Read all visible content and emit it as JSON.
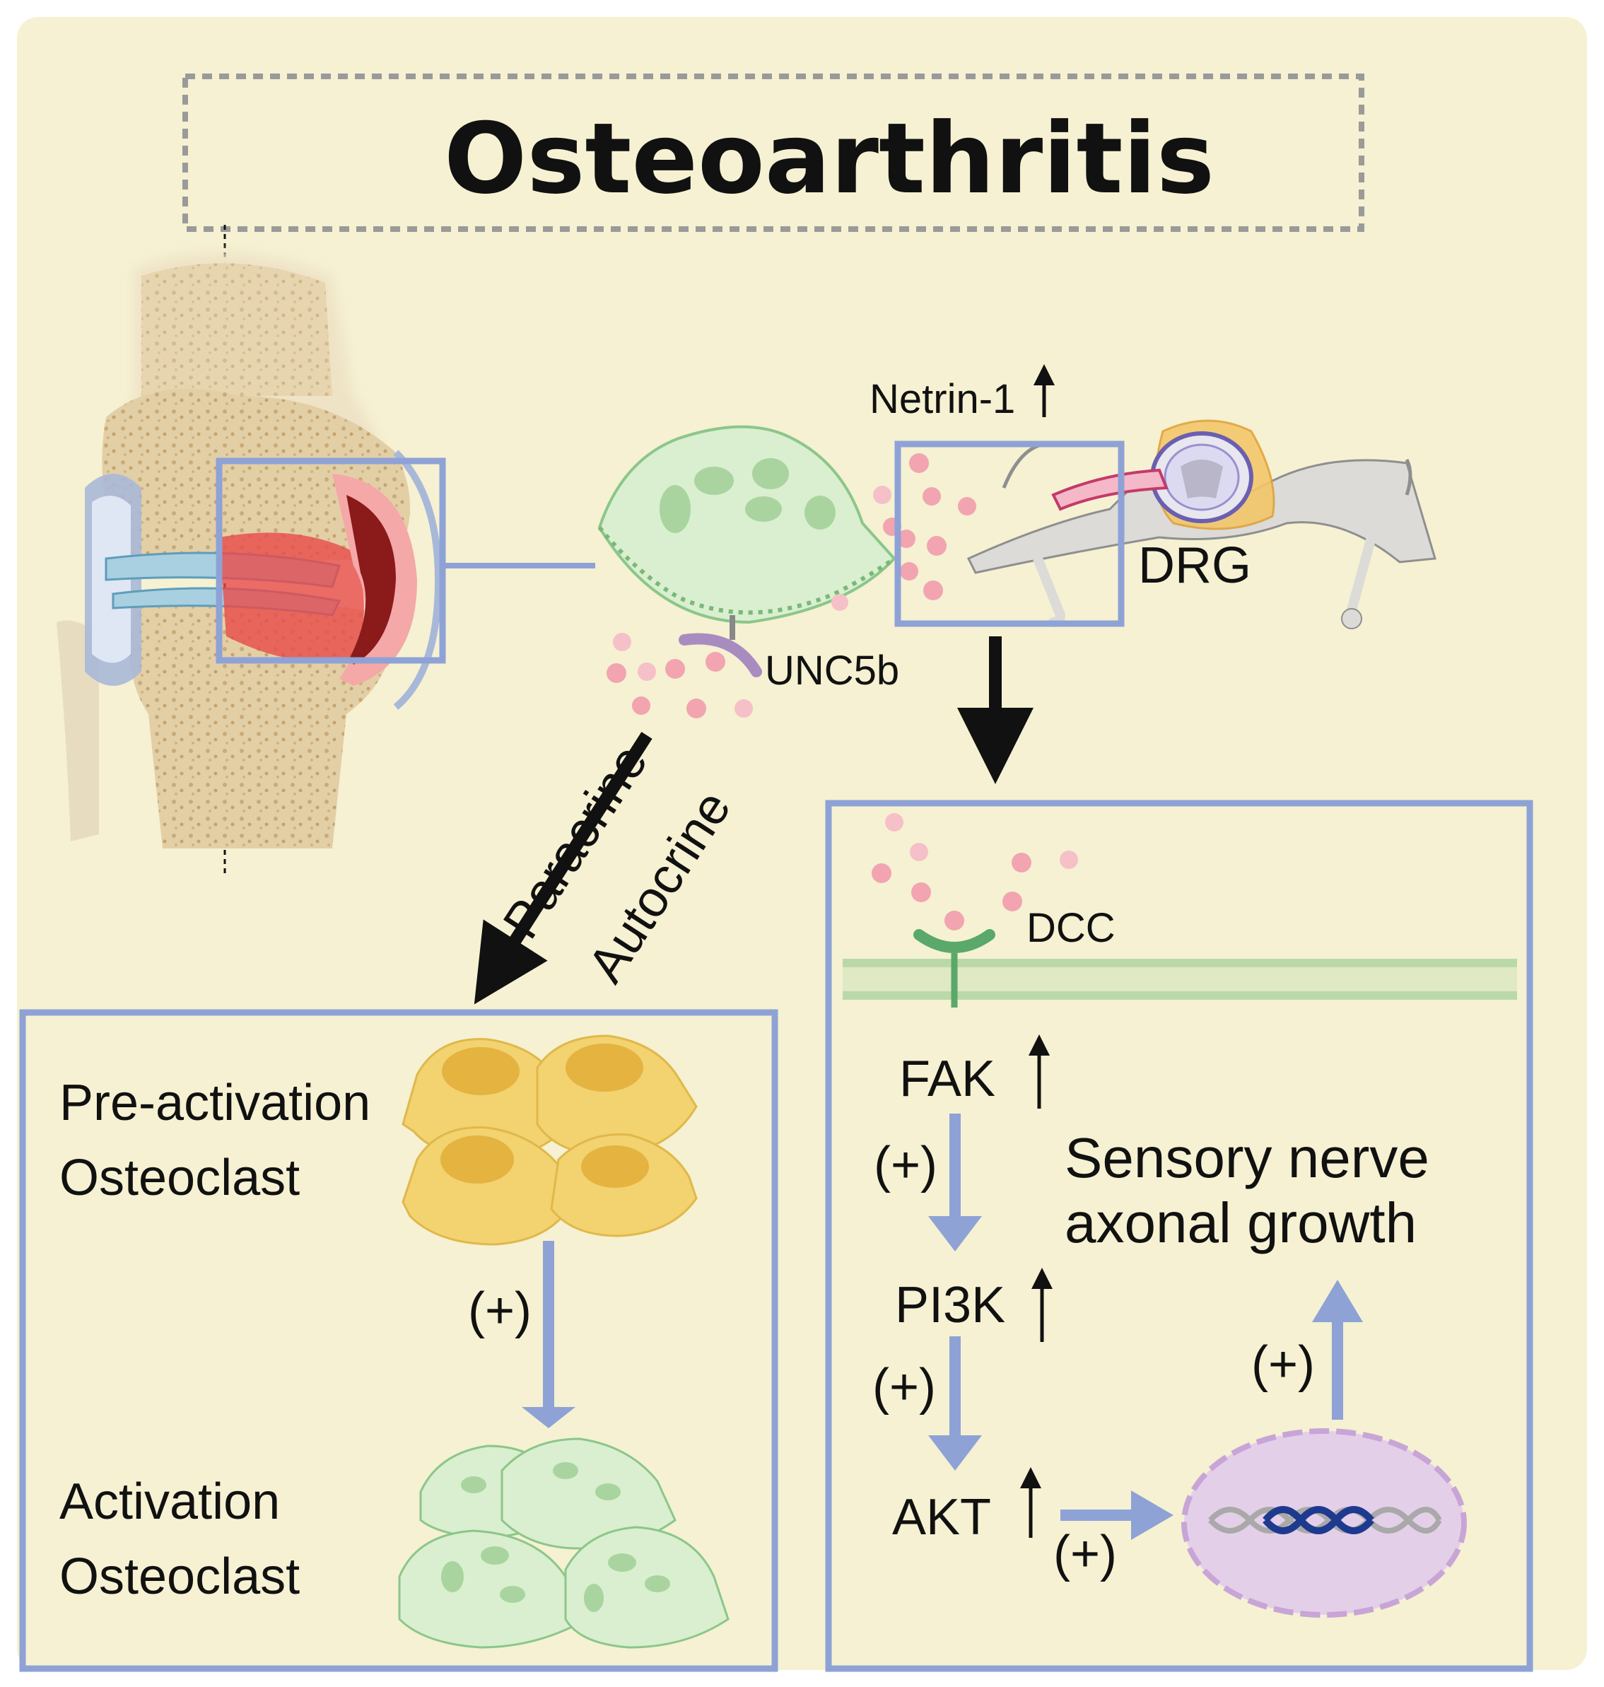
{
  "title": "Osteoarthritis",
  "labels": {
    "netrin": "Netrin-1",
    "drg": "DRG",
    "unc5b": "UNC5b",
    "paracrine": "Paracrine",
    "autocrine": "Autocrine",
    "dcc": "DCC",
    "fak": "FAK",
    "pi3k": "PI3K",
    "akt": "AKT",
    "sensory_line1": "Sensory nerve",
    "sensory_line2": "axonal growth",
    "pre_line1": "Pre-activation",
    "pre_line2": "Osteoclast",
    "act_line1": "Activation",
    "act_line2": "Osteoclast",
    "plus": "(+)"
  },
  "colors": {
    "background": "#f5f1d2",
    "frame_blue": "#8ea2d6",
    "osteoclast_green": "#d9efcf",
    "preosteoclast_yellow": "#f3d270",
    "netrin_pink": "#f2a4b0",
    "nucleus_purple": "#e4cfe9",
    "dna_blue": "#1d3a8f"
  },
  "icons": [
    "knee-joint-icon",
    "osteoclast-icon",
    "drg-neuron-icon",
    "netrin-particle-icon",
    "receptor-icon",
    "nucleus-icon",
    "dna-helix-icon"
  ]
}
